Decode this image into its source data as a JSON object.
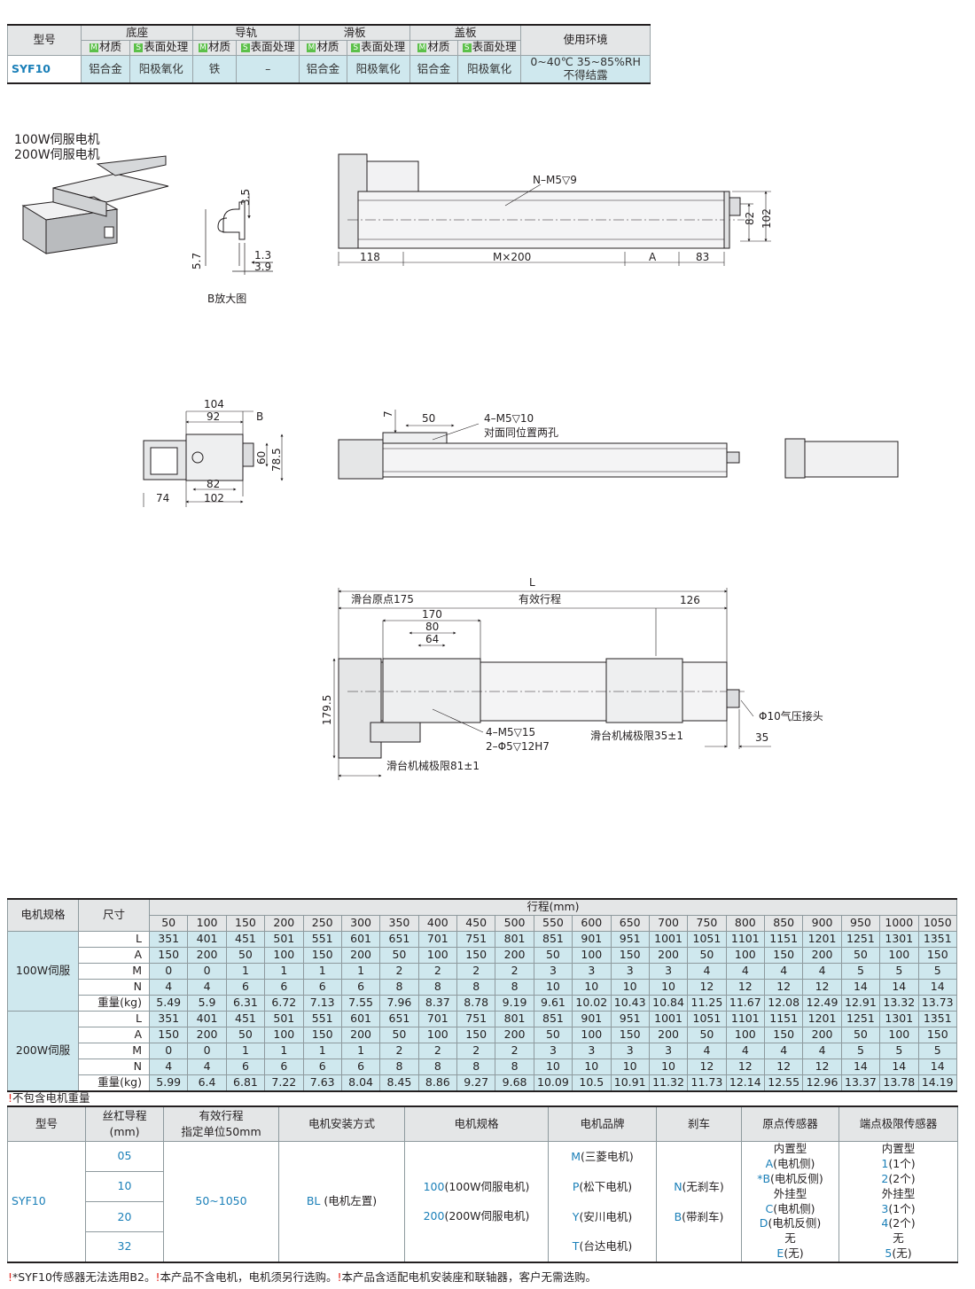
{
  "material_table": {
    "h_model": "型号",
    "h_groups": [
      "底座",
      "导轨",
      "滑板",
      "盖板"
    ],
    "h_env": "使用环境",
    "m_badge": "M",
    "s_badge": "S",
    "h_material": "材质",
    "h_surface": "表面处理",
    "model": "SYF10",
    "cells": [
      "铝合金",
      "阳极氧化",
      "铁",
      "–",
      "铝合金",
      "阳极氧化",
      "铝合金",
      "阳极氧化"
    ],
    "env_line1": "0~40℃  35~85%RH",
    "env_line2": "不得结露"
  },
  "drawing": {
    "motor_line1": "100W伺服电机",
    "motor_line2": "200W伺服电机",
    "b_caption": "B放大图",
    "b_dims": [
      "3.5",
      "5.7",
      "1.3",
      "3.9"
    ],
    "top_view": {
      "hole": "N–M5▽9",
      "d82": "82",
      "d102": "102",
      "d118": "118",
      "dm": "M×200",
      "da": "A",
      "d83": "83"
    },
    "end_view": {
      "d104": "104",
      "d92": "92",
      "b": "B",
      "d60": "60",
      "d785": "78.5",
      "d82": "82",
      "d74": "74",
      "d102": "102"
    },
    "side_view": {
      "d7": "7",
      "d50": "50",
      "hole1": "4–M5▽10",
      "hole2": "对面同位置两孔"
    },
    "bottom_view": {
      "L": "L",
      "origin": "滑台原点175",
      "stroke": "有效行程",
      "d126": "126",
      "d170": "170",
      "d80": "80",
      "d64": "64",
      "d1795": "179.5",
      "hole1": "4–M5▽15",
      "hole2": "2–Φ5▽12H7",
      "air": "Φ10气压接头",
      "limit_r": "滑台机械极限35±1",
      "d35": "35",
      "limit_l": "滑台机械极限81±1"
    }
  },
  "spec_table": {
    "h_motor": "电机规格",
    "h_size": "尺寸",
    "h_stroke": "行程(mm)",
    "strokes": [
      "50",
      "100",
      "150",
      "200",
      "250",
      "300",
      "350",
      "400",
      "450",
      "500",
      "550",
      "600",
      "650",
      "700",
      "750",
      "800",
      "850",
      "900",
      "950",
      "1000",
      "1050"
    ],
    "groups": [
      {
        "name": "100W伺服",
        "rows": [
          {
            "label": "L",
            "values": [
              "351",
              "401",
              "451",
              "501",
              "551",
              "601",
              "651",
              "701",
              "751",
              "801",
              "851",
              "901",
              "951",
              "1001",
              "1051",
              "1101",
              "1151",
              "1201",
              "1251",
              "1301",
              "1351"
            ]
          },
          {
            "label": "A",
            "values": [
              "150",
              "200",
              "50",
              "100",
              "150",
              "200",
              "50",
              "100",
              "150",
              "200",
              "50",
              "100",
              "150",
              "200",
              "50",
              "100",
              "150",
              "200",
              "50",
              "100",
              "150"
            ]
          },
          {
            "label": "M",
            "values": [
              "0",
              "0",
              "1",
              "1",
              "1",
              "1",
              "2",
              "2",
              "2",
              "2",
              "3",
              "3",
              "3",
              "3",
              "4",
              "4",
              "4",
              "4",
              "5",
              "5",
              "5"
            ]
          },
          {
            "label": "N",
            "values": [
              "4",
              "4",
              "6",
              "6",
              "6",
              "6",
              "8",
              "8",
              "8",
              "8",
              "10",
              "10",
              "10",
              "10",
              "12",
              "12",
              "12",
              "12",
              "14",
              "14",
              "14"
            ]
          },
          {
            "label": "重量(kg)",
            "values": [
              "5.49",
              "5.9",
              "6.31",
              "6.72",
              "7.13",
              "7.55",
              "7.96",
              "8.37",
              "8.78",
              "9.19",
              "9.61",
              "10.02",
              "10.43",
              "10.84",
              "11.25",
              "11.67",
              "12.08",
              "12.49",
              "12.91",
              "13.32",
              "13.73"
            ]
          }
        ]
      },
      {
        "name": "200W伺服",
        "rows": [
          {
            "label": "L",
            "values": [
              "351",
              "401",
              "451",
              "501",
              "551",
              "601",
              "651",
              "701",
              "751",
              "801",
              "851",
              "901",
              "951",
              "1001",
              "1051",
              "1101",
              "1151",
              "1201",
              "1251",
              "1301",
              "1351"
            ]
          },
          {
            "label": "A",
            "values": [
              "150",
              "200",
              "50",
              "100",
              "150",
              "200",
              "50",
              "100",
              "150",
              "200",
              "50",
              "100",
              "150",
              "200",
              "50",
              "100",
              "150",
              "200",
              "50",
              "100",
              "150"
            ]
          },
          {
            "label": "M",
            "values": [
              "0",
              "0",
              "1",
              "1",
              "1",
              "1",
              "2",
              "2",
              "2",
              "2",
              "3",
              "3",
              "3",
              "3",
              "4",
              "4",
              "4",
              "4",
              "5",
              "5",
              "5"
            ]
          },
          {
            "label": "N",
            "values": [
              "4",
              "4",
              "6",
              "6",
              "6",
              "6",
              "8",
              "8",
              "8",
              "8",
              "10",
              "10",
              "10",
              "10",
              "12",
              "12",
              "12",
              "12",
              "14",
              "14",
              "14"
            ]
          },
          {
            "label": "重量(kg)",
            "values": [
              "5.99",
              "6.4",
              "6.81",
              "7.22",
              "7.63",
              "8.04",
              "8.45",
              "8.86",
              "9.27",
              "9.68",
              "10.09",
              "10.5",
              "10.91",
              "11.32",
              "11.73",
              "12.14",
              "12.55",
              "12.96",
              "13.37",
              "13.78",
              "14.19"
            ]
          }
        ]
      }
    ],
    "note_mark": "!",
    "note": "不包含电机重量"
  },
  "order_table": {
    "headers": [
      "型号",
      "丝杠导程",
      "(mm)",
      "有效行程",
      "指定单位50mm",
      "电机安装方式",
      "电机规格",
      "电机品牌",
      "刹车",
      "原点传感器",
      "端点极限传感器"
    ],
    "model": "SYF10",
    "leads": [
      "05",
      "10",
      "20",
      "32"
    ],
    "stroke": "50~1050",
    "mount_code": "BL",
    "mount_text": " (电机左置)",
    "motor_specs": [
      {
        "code": "100",
        "text": "(100W伺服电机)"
      },
      {
        "code": "200",
        "text": "(200W伺服电机)"
      }
    ],
    "brands": [
      {
        "code": "M",
        "text": "(三菱电机)"
      },
      {
        "code": "P",
        "text": "(松下电机)"
      },
      {
        "code": "Y",
        "text": "(安川电机)"
      },
      {
        "code": "T",
        "text": "(台达电机)"
      }
    ],
    "brakes": [
      {
        "code": "N",
        "text": "(无刹车)"
      },
      {
        "code": "B",
        "text": "(带刹车)"
      }
    ],
    "origin": {
      "t1": "内置型",
      "a_code": "A",
      "a_text": "(电机侧)",
      "b_code": "*B",
      "b_text": "(电机反侧)",
      "t2": "外挂型",
      "c_code": "C",
      "c_text": "(电机侧)",
      "d_code": "D",
      "d_text": "(电机反侧)",
      "t3": "无",
      "e_code": "E",
      "e_text": "(无)"
    },
    "limit": {
      "t1": "内置型",
      "c1": "1",
      "x1": "(1个)",
      "c2": "2",
      "x2": "(2个)",
      "t2": "外挂型",
      "c3": "3",
      "x3": "(1个)",
      "c4": "4",
      "x4": "(2个)",
      "t3": "无",
      "c5": "5",
      "x5": "(无)"
    }
  },
  "footnote": {
    "m1": "!",
    "t1": "*SYF10传感器无法选用B2。",
    "m2": "!",
    "t2": "本产品不含电机，电机须另行选购。",
    "m3": "!",
    "t3": "本产品含适配电机安装座和联轴器，客户无需选购。"
  },
  "colors": {
    "table_blue": "#cfe8ee",
    "header_gray": "#e4e6e7",
    "code_blue": "#1a7fb8",
    "badge_green": "#5cc04a",
    "note_red": "#e2231a"
  }
}
